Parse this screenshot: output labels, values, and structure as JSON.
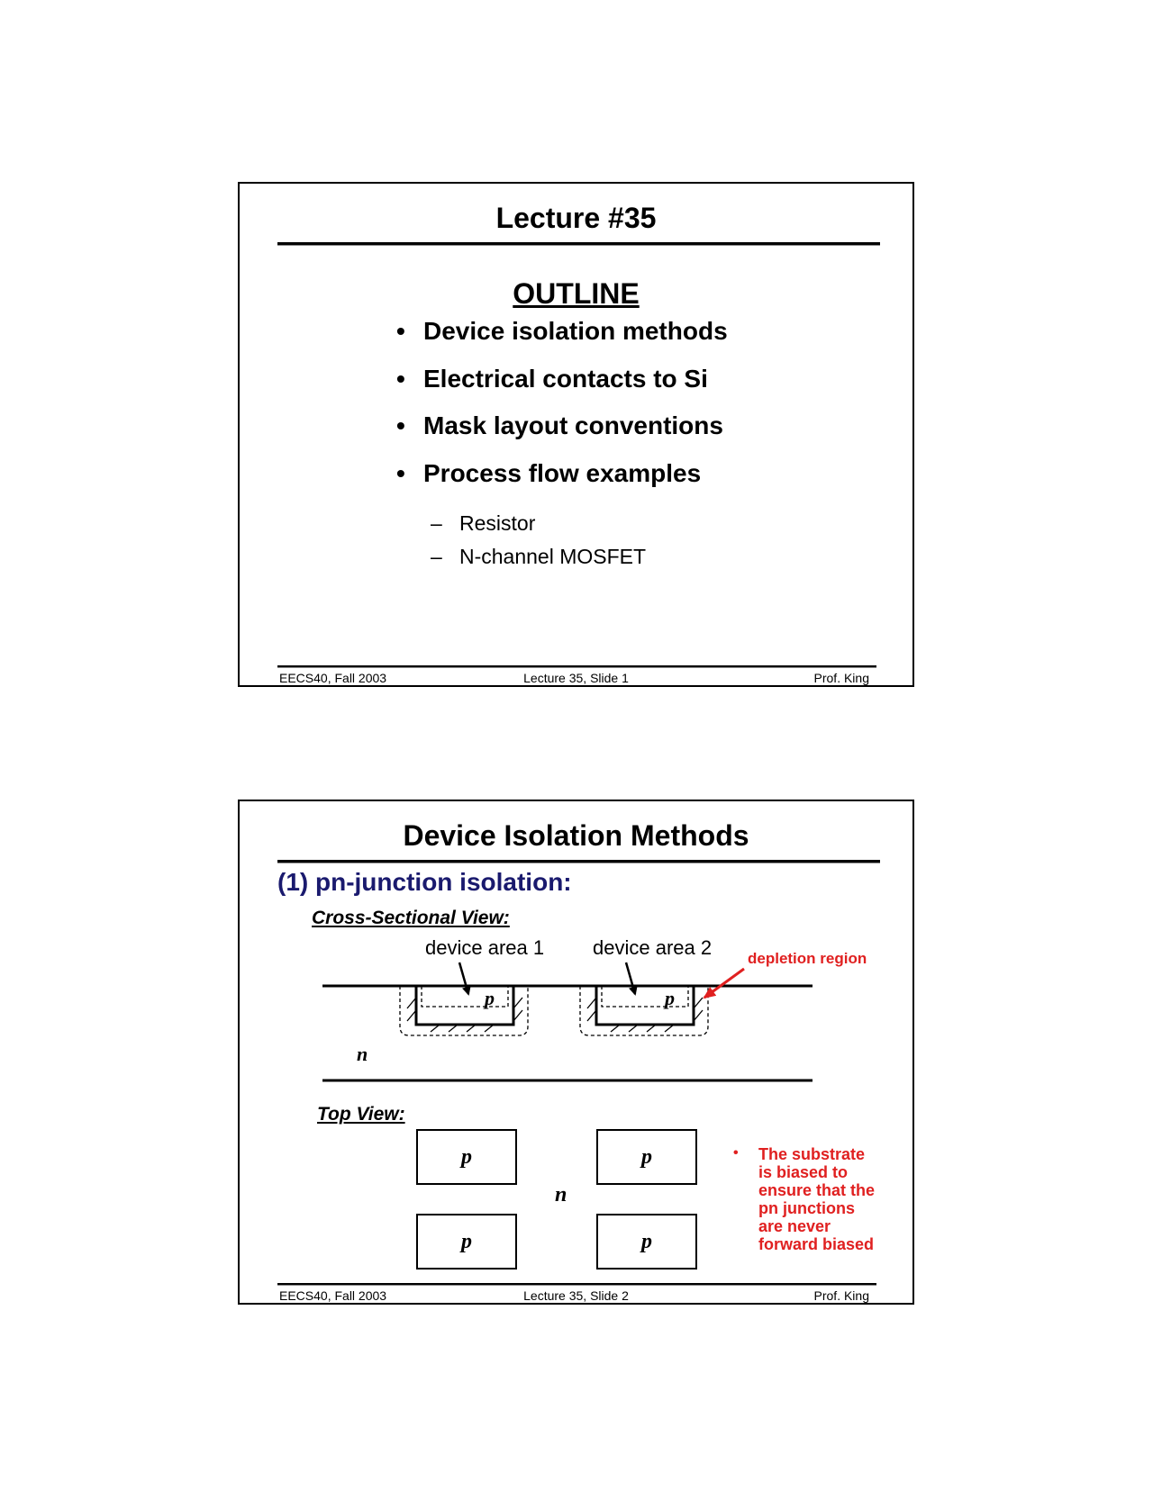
{
  "slide1": {
    "title": "Lecture #35",
    "outline_heading": "OUTLINE",
    "bullets": [
      "Device isolation methods",
      "Electrical contacts to Si",
      "Mask layout conventions",
      "Process flow examples"
    ],
    "sub_bullets": [
      "Resistor",
      "N-channel MOSFET"
    ],
    "footer": {
      "left": "EECS40, Fall 2003",
      "center": "Lecture 35, Slide 1",
      "right": "Prof. King"
    }
  },
  "slide2": {
    "title": "Device Isolation Methods",
    "subtitle": "(1) pn-junction isolation:",
    "cross_section_heading": "Cross-Sectional View:",
    "device_area_1": "device area 1",
    "device_area_2": "device area 2",
    "depletion_label": "depletion region",
    "p_label": "p",
    "n_label": "n",
    "top_view_heading": "Top View:",
    "note_bullet": "•",
    "note_lines": [
      "The substrate",
      "is biased to",
      "ensure that the",
      "pn junctions",
      "are never",
      "forward biased"
    ],
    "colors": {
      "heading_blue": "#1a1a6e",
      "annotation_red": "#e02020"
    },
    "footer": {
      "left": "EECS40, Fall 2003",
      "center": "Lecture 35, Slide 2",
      "right": "Prof. King"
    }
  }
}
